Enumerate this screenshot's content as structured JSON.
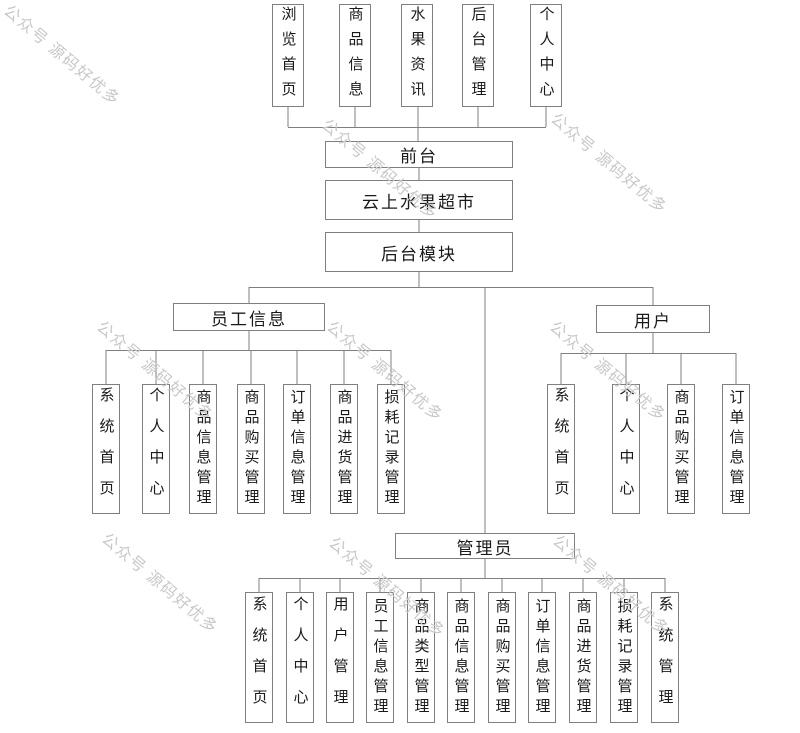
{
  "watermark": {
    "text": "公众号 源码好优多",
    "color": "#c8c8c8"
  },
  "diagram_colors": {
    "line": "#7f7f7f",
    "box_border": "#7f7f7f",
    "text": "#1a1a1a"
  },
  "chart": {
    "front_modules": [
      "浏览首页",
      "商品信息",
      "水果资讯",
      "后台管理",
      "个人中心"
    ],
    "front_label": "前台",
    "system_name": "云上水果超市",
    "backend_label": "后台模块",
    "employee": {
      "label": "员工信息",
      "children": [
        "系统首页",
        "个人中心",
        "商品信息管理",
        "商品购买管理",
        "订单信息管理",
        "商品进货管理",
        "损耗记录管理"
      ]
    },
    "user": {
      "label": "用户",
      "children": [
        "系统首页",
        "个人中心",
        "商品购买管理",
        "订单信息管理"
      ]
    },
    "admin": {
      "label": "管理员",
      "children": [
        "系统首页",
        "个人中心",
        "用户管理",
        "员工信息管理",
        "商品类型管理",
        "商品信息管理",
        "商品购买管理",
        "订单信息管理",
        "商品进货管理",
        "损耗记录管理",
        "系统管理"
      ]
    }
  }
}
